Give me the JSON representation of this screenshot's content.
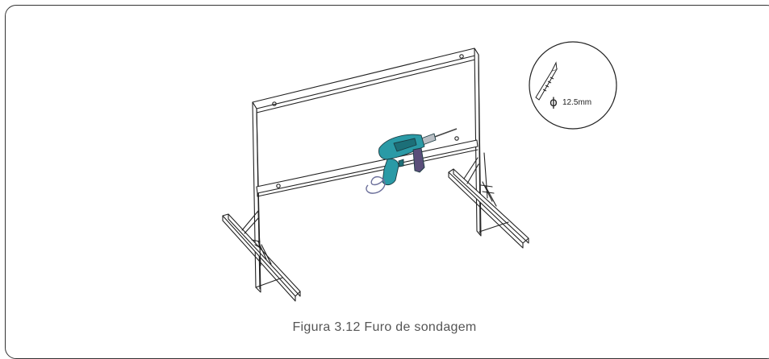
{
  "figure": {
    "caption": "Figura 3.12 Furo de sondagem",
    "detail_symbol": "ɸ",
    "detail_label": "12.5mm"
  },
  "colors": {
    "frame_line": "#333333",
    "drill_body": "#2a9aa6",
    "drill_dark": "#1c6f78",
    "drill_handle": "#5a4e7a",
    "caption_text": "#555555"
  },
  "icons": [
    "drill-icon",
    "drill-bit-icon"
  ]
}
